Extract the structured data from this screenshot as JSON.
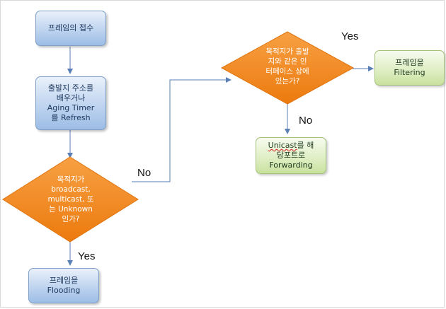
{
  "nodes": {
    "receive": "프레임의 접수",
    "learn": "출발지 주소를\n배우거나\nAging Timer\n를 Refresh",
    "decision1": "목적지가\nbroadcast,\nmulticast, 또\n는 Unknown\n인가?",
    "flooding": "프레임을\nFlooding",
    "decision2": "목적지가 출발\n지와 같은 인\n터페이스 상에\n있는가?",
    "filtering": "프레임을\nFiltering",
    "unicast_word": "Unicast",
    "unicast_rest": "를 해\n당포트로\nForwarding"
  },
  "labels": {
    "d1_no": "No",
    "d1_yes": "Yes",
    "d2_yes": "Yes",
    "d2_no": "No"
  },
  "colors": {
    "process_fill": "#c6d9f1",
    "decision_fill": "#f28a1e",
    "result_fill": "#e0efc6",
    "connector": "#5a7fb5"
  }
}
